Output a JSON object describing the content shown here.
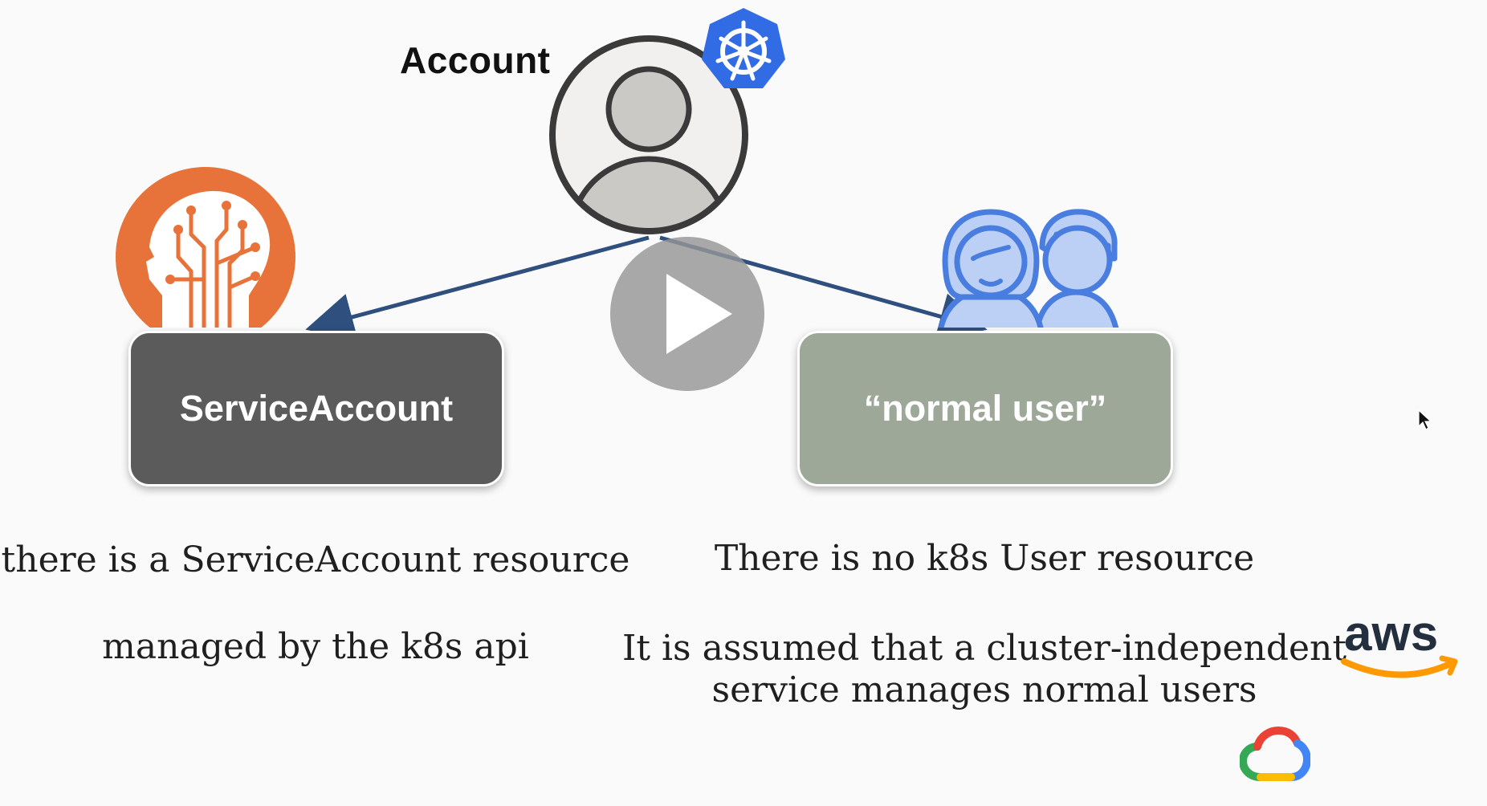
{
  "slide": {
    "title": "Account",
    "boxes": {
      "service_account": "ServiceAccount",
      "normal_user": "“normal user”"
    },
    "captions": {
      "left_line1": "there is a ServiceAccount resource",
      "left_line2": "managed by the k8s api",
      "right_line1": "There is no k8s User resource",
      "right_line2a": "It is assumed that a cluster-independent",
      "right_line2b": "service manages normal users"
    },
    "logos": {
      "aws_text": "aws"
    }
  },
  "icons": {
    "account": "user-avatar-icon",
    "kubernetes": "kubernetes-helm-icon",
    "brain": "brain-circuit-icon",
    "users": "users-group-icon",
    "aws": "aws-logo",
    "gcp": "google-cloud-logo",
    "play": "play-icon",
    "cursor": "mouse-pointer-icon"
  },
  "colors": {
    "service_account_box": "#5b5b5b",
    "normal_user_box": "#9da899",
    "arrow": "#2f4f7f",
    "brain": "#e8733a",
    "users": "#4a7de0",
    "kubernetes": "#326ce5",
    "aws_orange": "#ff9900",
    "aws_text": "#232f3e"
  }
}
